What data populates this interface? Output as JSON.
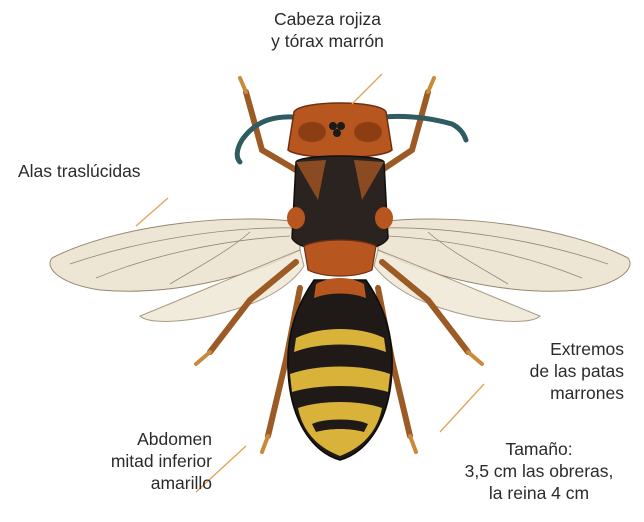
{
  "labels": {
    "head_thorax": [
      "Cabeza rojiza",
      "y tórax marrón"
    ],
    "wings": [
      "Alas traslúcidas"
    ],
    "legs": [
      "Extremos",
      "de las patas",
      "marrones"
    ],
    "size": [
      "Tamaño:",
      "3,5 cm las obreras,",
      "la reina 4 cm"
    ],
    "abdomen": [
      "Abdomen",
      "mitad inferior",
      "amarillo"
    ]
  },
  "colors": {
    "leader_line": "#e2a253",
    "text": "#2b2b2b",
    "head": "#b8561f",
    "thorax": "#2a2320",
    "abdomen_dark": "#1f1a17",
    "abdomen_yellow": "#d9b23a",
    "wing": "#e9dfc7",
    "legs": "#c98a3c"
  }
}
